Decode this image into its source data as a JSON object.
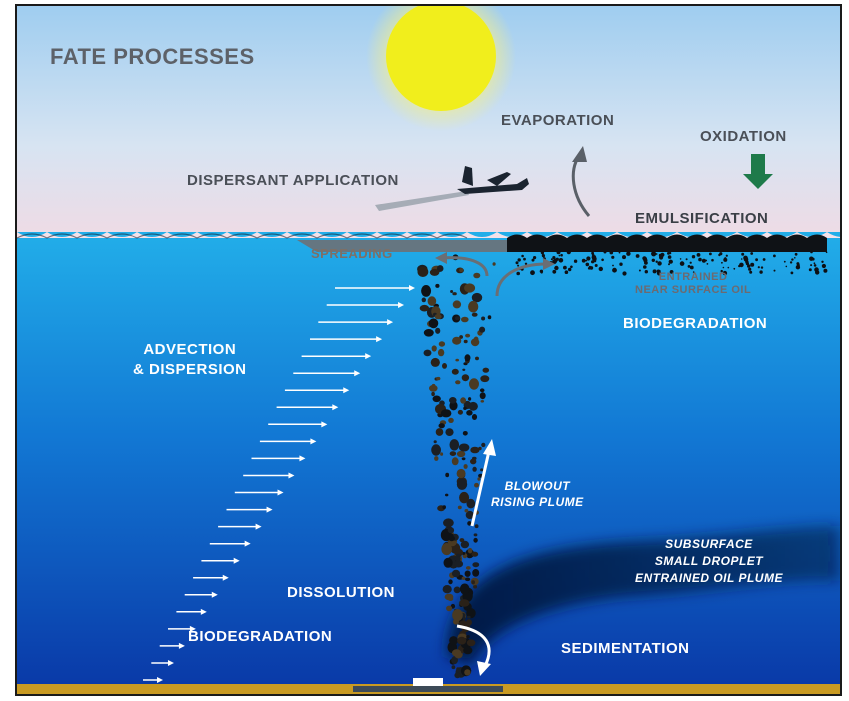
{
  "title": "FATE PROCESSES",
  "labels": {
    "evaporation": "EVAPORATION",
    "oxidation": "OXIDATION",
    "dispersant_application": "DISPERSANT APPLICATION",
    "emulsification": "EMULSIFICATION",
    "spreading": "SPREADING",
    "entrained_near_surface_oil_1": "ENTRAINED",
    "entrained_near_surface_oil_2": "NEAR SURFACE OIL",
    "biodegradation_upper": "BIODEGRADATION",
    "advection_line1": "ADVECTION",
    "advection_line2": "& DISPERSION",
    "blowout_line1": "BLOWOUT",
    "blowout_line2": "RISING PLUME",
    "subsurface_line1": "SUBSURFACE",
    "subsurface_line2": "SMALL DROPLET",
    "subsurface_line3": "ENTRAINED OIL PLUME",
    "dissolution": "DISSOLUTION",
    "biodegradation_lower": "BIODEGRADATION",
    "sedimentation": "SEDIMENTATION"
  },
  "colors": {
    "sky_top": "#a9d3f2",
    "sky_bottom": "#e9dde6",
    "ocean_top": "#1aa4e6",
    "ocean_bottom": "#0b3fae",
    "sun": "#f2ec1e",
    "seafloor": "#c99a22",
    "oil": "#111418",
    "oxidation_arrow": "#1e7a4a"
  }
}
